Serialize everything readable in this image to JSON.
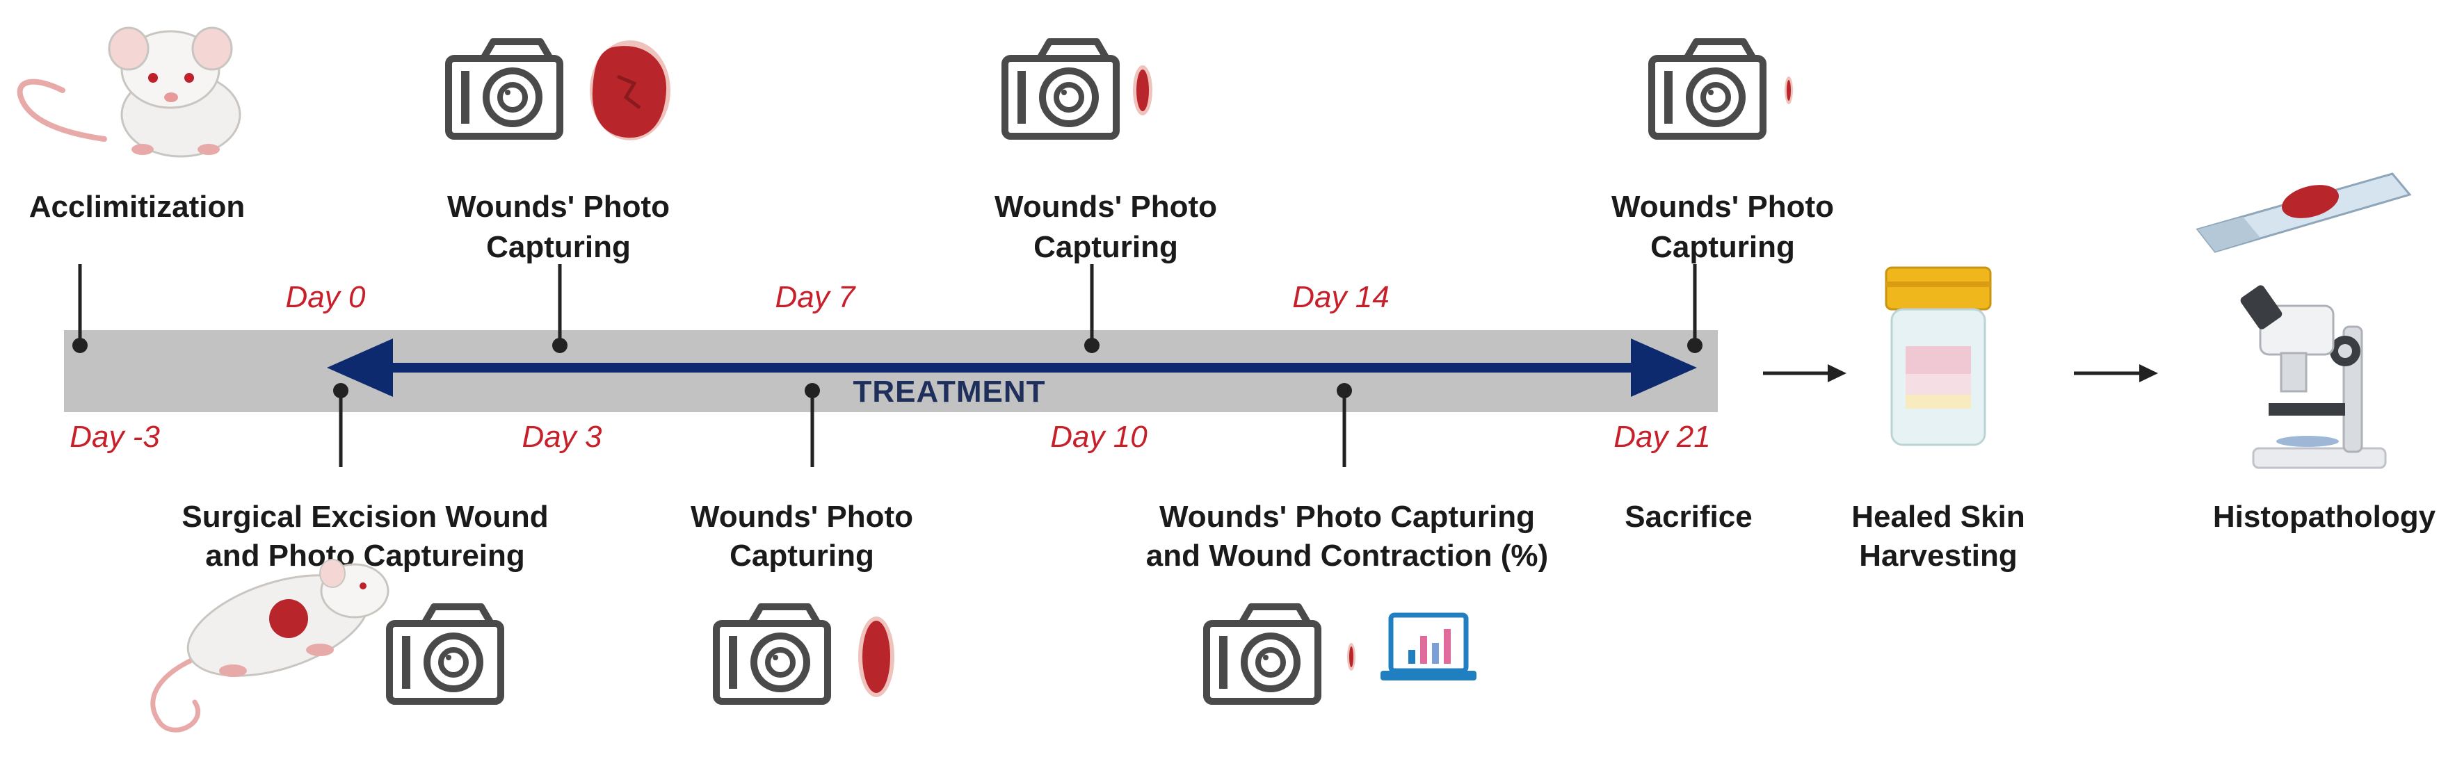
{
  "colors": {
    "bar": "#c2c2c2",
    "arrow": "#0d2a6e",
    "day_text": "#c8202a",
    "label_text": "#1a1a1a",
    "wound": "#b8262c",
    "camera": "#4a4a4a"
  },
  "timeline": {
    "treatment_label": "TREATMENT",
    "days_above": [
      "Day 0",
      "Day 7",
      "Day 14"
    ],
    "days_below": [
      "Day -3",
      "Day 3",
      "Day 10",
      "Day 21"
    ]
  },
  "events_top": [
    {
      "label_lines": [
        "Acclimitization"
      ],
      "icon": "rat-icon"
    },
    {
      "label_lines": [
        "Wounds' Photo",
        "Capturing"
      ],
      "icon": "camera-icon",
      "wound_size": "large"
    },
    {
      "label_lines": [
        "Wounds' Photo",
        "Capturing"
      ],
      "icon": "camera-icon",
      "wound_size": "small"
    },
    {
      "label_lines": [
        "Wounds' Photo",
        "Capturing"
      ],
      "icon": "camera-icon",
      "wound_size": "tiny"
    }
  ],
  "events_bottom": [
    {
      "label_lines": [
        "Surgical Excision Wound",
        "and Photo Captureing"
      ],
      "icon": "wounded-rat-icon"
    },
    {
      "label_lines": [
        "Wounds' Photo",
        "Capturing"
      ],
      "icon": "camera-icon",
      "wound_size": "medium"
    },
    {
      "label_lines": [
        "Wounds' Photo Capturing",
        "and Wound Contraction (%)"
      ],
      "icon": "laptop-chart-icon"
    },
    {
      "label_lines": [
        "Sacrifice"
      ],
      "icon": null
    }
  ],
  "post_steps": [
    {
      "label_lines": [
        "Healed Skin",
        "Harvesting"
      ],
      "icon": "specimen-jar-icon"
    },
    {
      "label_lines": [
        "Histopathology"
      ],
      "icon": "microscope-icon"
    }
  ]
}
